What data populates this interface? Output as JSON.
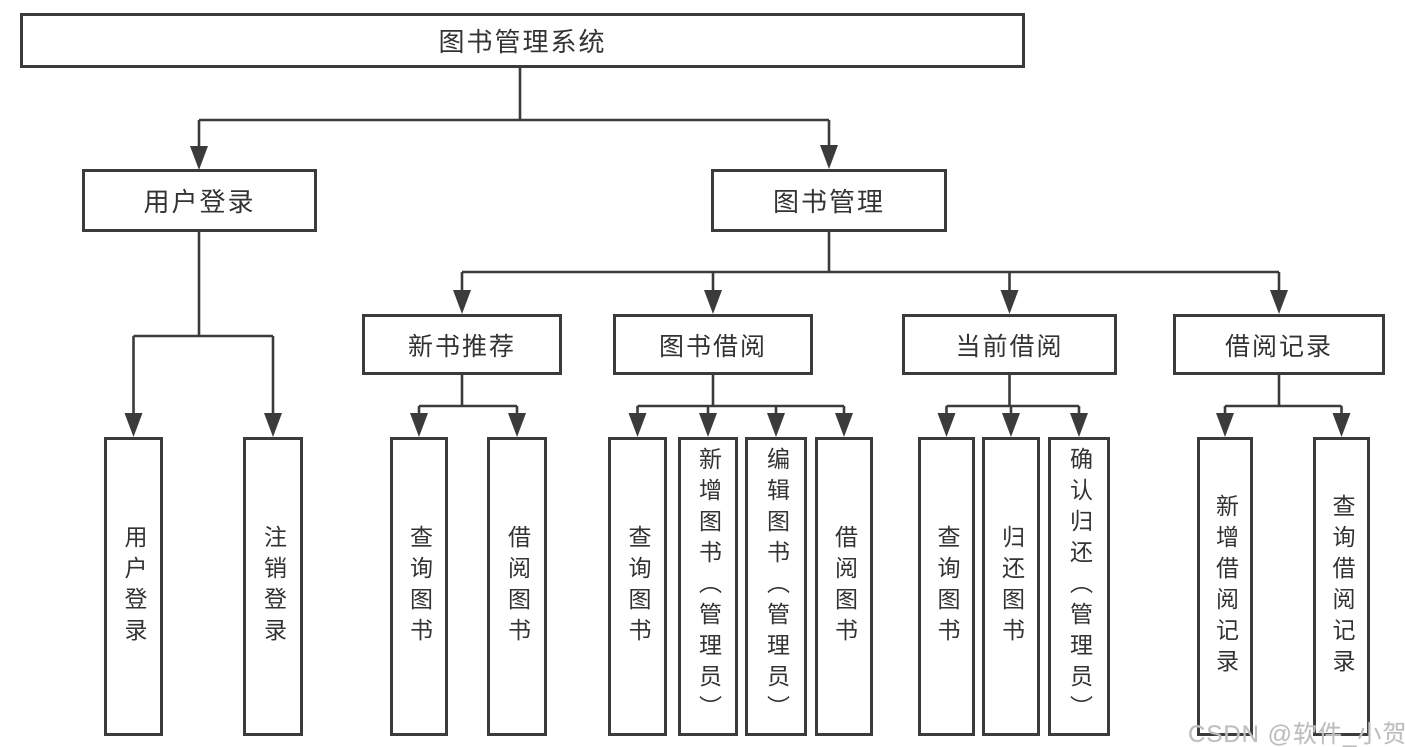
{
  "diagram": {
    "title": "图书管理系统",
    "level2": {
      "user_login": "用户登录",
      "book_mgmt": "图书管理"
    },
    "level3": {
      "new_books": "新书推荐",
      "book_borrow": "图书借阅",
      "current_borrow": "当前借阅",
      "borrow_records": "借阅记录"
    },
    "leaves": {
      "user_login": [
        "用户登录",
        "注销登录"
      ],
      "new_books": [
        "查询图书",
        "借阅图书"
      ],
      "book_borrow": [
        "查询图书",
        "新增图书（管理员）",
        "编辑图书（管理员）",
        "借阅图书"
      ],
      "current_borrow": [
        "查询图书",
        "归还图书",
        "确认归还（管理员）"
      ],
      "borrow_records": [
        "新增借阅记录",
        "查询借阅记录"
      ]
    },
    "watermark": "CSDN @软件_小贺同学",
    "colors": {
      "line": "#3b3b3b",
      "text": "#333333",
      "watermark": "#bdbdbd"
    }
  }
}
